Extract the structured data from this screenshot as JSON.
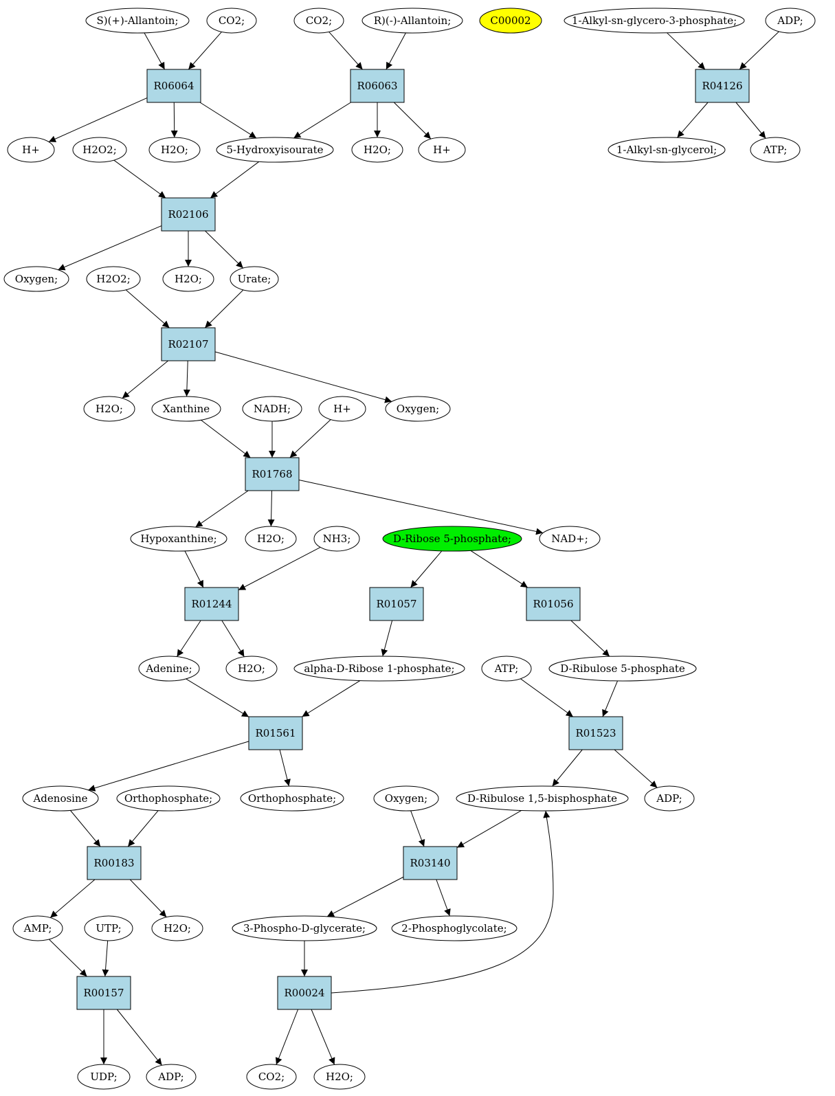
{
  "colors": {
    "compound_fill": "#ffffff",
    "reaction_fill": "#add8e6",
    "highlight_yellow": "#ffff00",
    "highlight_green": "#00ee00",
    "stroke": "#000000"
  },
  "nodes": {
    "c_s_allantoin": {
      "label": "S)(+)-Allantoin;",
      "kind": "compound"
    },
    "c_co2_a": {
      "label": "CO2;",
      "kind": "compound"
    },
    "c_co2_b": {
      "label": "CO2;",
      "kind": "compound"
    },
    "c_r_allantoin": {
      "label": "R)(-)-Allantoin;",
      "kind": "compound"
    },
    "c_c00002": {
      "label": "C00002",
      "kind": "compound",
      "fill": "highlight_yellow"
    },
    "c_alkyl_g3p": {
      "label": "1-Alkyl-sn-glycero-3-phosphate;",
      "kind": "compound"
    },
    "c_adp_top": {
      "label": "ADP;",
      "kind": "compound"
    },
    "r_R06064": {
      "label": "R06064",
      "kind": "reaction"
    },
    "r_R06063": {
      "label": "R06063",
      "kind": "reaction"
    },
    "r_R04126": {
      "label": "R04126",
      "kind": "reaction"
    },
    "c_hplus_a": {
      "label": "H+",
      "kind": "compound"
    },
    "c_h2o2_a": {
      "label": "H2O2;",
      "kind": "compound"
    },
    "c_h2o_a": {
      "label": "H2O;",
      "kind": "compound"
    },
    "c_5hiu": {
      "label": "5-Hydroxyisourate",
      "kind": "compound"
    },
    "c_h2o_b": {
      "label": "H2O;",
      "kind": "compound"
    },
    "c_hplus_b": {
      "label": "H+",
      "kind": "compound"
    },
    "c_alkyl_glycerol": {
      "label": "1-Alkyl-sn-glycerol;",
      "kind": "compound"
    },
    "c_atp_top": {
      "label": "ATP;",
      "kind": "compound"
    },
    "r_R02106": {
      "label": "R02106",
      "kind": "reaction"
    },
    "c_oxygen_a": {
      "label": "Oxygen;",
      "kind": "compound"
    },
    "c_h2o2_b": {
      "label": "H2O2;",
      "kind": "compound"
    },
    "c_h2o_c": {
      "label": "H2O;",
      "kind": "compound"
    },
    "c_urate": {
      "label": "Urate;",
      "kind": "compound"
    },
    "r_R02107": {
      "label": "R02107",
      "kind": "reaction"
    },
    "c_h2o_d": {
      "label": "H2O;",
      "kind": "compound"
    },
    "c_xanthine": {
      "label": "Xanthine",
      "kind": "compound"
    },
    "c_nadh": {
      "label": "NADH;",
      "kind": "compound"
    },
    "c_hplus_c": {
      "label": "H+",
      "kind": "compound"
    },
    "c_oxygen_b": {
      "label": "Oxygen;",
      "kind": "compound"
    },
    "r_R01768": {
      "label": "R01768",
      "kind": "reaction"
    },
    "c_hypoxanthine": {
      "label": "Hypoxanthine;",
      "kind": "compound"
    },
    "c_h2o_e": {
      "label": "H2O;",
      "kind": "compound"
    },
    "c_nh3": {
      "label": "NH3;",
      "kind": "compound"
    },
    "c_r5p": {
      "label": "D-Ribose 5-phosphate;",
      "kind": "compound",
      "fill": "highlight_green"
    },
    "c_nadplus": {
      "label": "NAD+;",
      "kind": "compound"
    },
    "r_R01244": {
      "label": "R01244",
      "kind": "reaction"
    },
    "r_R01057": {
      "label": "R01057",
      "kind": "reaction"
    },
    "r_R01056": {
      "label": "R01056",
      "kind": "reaction"
    },
    "c_adenine": {
      "label": "Adenine;",
      "kind": "compound"
    },
    "c_h2o_f": {
      "label": "H2O;",
      "kind": "compound"
    },
    "c_ar1p": {
      "label": "alpha-D-Ribose 1-phosphate;",
      "kind": "compound"
    },
    "c_atp_mid": {
      "label": "ATP;",
      "kind": "compound"
    },
    "c_ru5p": {
      "label": "D-Ribulose 5-phosphate",
      "kind": "compound"
    },
    "r_R01561": {
      "label": "R01561",
      "kind": "reaction"
    },
    "r_R01523": {
      "label": "R01523",
      "kind": "reaction"
    },
    "c_adenosine": {
      "label": "Adenosine",
      "kind": "compound"
    },
    "c_orthophosphate_a": {
      "label": "Orthophosphate;",
      "kind": "compound"
    },
    "c_orthophosphate_b": {
      "label": "Orthophosphate;",
      "kind": "compound"
    },
    "c_oxygen_c": {
      "label": "Oxygen;",
      "kind": "compound"
    },
    "c_rubp": {
      "label": "D-Ribulose 1,5-bisphosphate",
      "kind": "compound"
    },
    "c_adp_mid": {
      "label": "ADP;",
      "kind": "compound"
    },
    "r_R00183": {
      "label": "R00183",
      "kind": "reaction"
    },
    "r_R03140": {
      "label": "R03140",
      "kind": "reaction"
    },
    "c_amp": {
      "label": "AMP;",
      "kind": "compound"
    },
    "c_utp": {
      "label": "UTP;",
      "kind": "compound"
    },
    "c_h2o_g": {
      "label": "H2O;",
      "kind": "compound"
    },
    "c_3pg": {
      "label": "3-Phospho-D-glycerate;",
      "kind": "compound"
    },
    "c_2pglycolate": {
      "label": "2-Phosphoglycolate;",
      "kind": "compound"
    },
    "r_R00157": {
      "label": "R00157",
      "kind": "reaction"
    },
    "r_R00024": {
      "label": "R00024",
      "kind": "reaction"
    },
    "c_udp": {
      "label": "UDP;",
      "kind": "compound"
    },
    "c_adp_bot": {
      "label": "ADP;",
      "kind": "compound"
    },
    "c_co2_c": {
      "label": "CO2;",
      "kind": "compound"
    },
    "c_h2o_h": {
      "label": "H2O;",
      "kind": "compound"
    }
  },
  "edges": [
    [
      "c_s_allantoin",
      "r_R06064"
    ],
    [
      "c_co2_a",
      "r_R06064"
    ],
    [
      "c_co2_b",
      "r_R06063"
    ],
    [
      "c_r_allantoin",
      "r_R06063"
    ],
    [
      "c_alkyl_g3p",
      "r_R04126"
    ],
    [
      "c_adp_top",
      "r_R04126"
    ],
    [
      "r_R06064",
      "c_hplus_a"
    ],
    [
      "r_R06064",
      "c_h2o_a"
    ],
    [
      "r_R06064",
      "c_5hiu"
    ],
    [
      "r_R06063",
      "c_5hiu"
    ],
    [
      "r_R06063",
      "c_h2o_b"
    ],
    [
      "r_R06063",
      "c_hplus_b"
    ],
    [
      "r_R04126",
      "c_alkyl_glycerol"
    ],
    [
      "r_R04126",
      "c_atp_top"
    ],
    [
      "c_h2o2_a",
      "r_R02106"
    ],
    [
      "c_5hiu",
      "r_R02106"
    ],
    [
      "r_R02106",
      "c_oxygen_a"
    ],
    [
      "r_R02106",
      "c_h2o_c"
    ],
    [
      "r_R02106",
      "c_urate"
    ],
    [
      "c_h2o2_b",
      "r_R02107"
    ],
    [
      "c_urate",
      "r_R02107"
    ],
    [
      "r_R02107",
      "c_h2o_d"
    ],
    [
      "r_R02107",
      "c_xanthine"
    ],
    [
      "r_R02107",
      "c_oxygen_b"
    ],
    [
      "c_xanthine",
      "r_R01768"
    ],
    [
      "c_nadh",
      "r_R01768"
    ],
    [
      "c_hplus_c",
      "r_R01768"
    ],
    [
      "r_R01768",
      "c_hypoxanthine"
    ],
    [
      "r_R01768",
      "c_h2o_e"
    ],
    [
      "r_R01768",
      "c_nadplus"
    ],
    [
      "c_hypoxanthine",
      "r_R01244"
    ],
    [
      "c_nh3",
      "r_R01244"
    ],
    [
      "c_r5p",
      "r_R01057"
    ],
    [
      "c_r5p",
      "r_R01056"
    ],
    [
      "r_R01244",
      "c_adenine"
    ],
    [
      "r_R01244",
      "c_h2o_f"
    ],
    [
      "r_R01057",
      "c_ar1p"
    ],
    [
      "r_R01056",
      "c_ru5p"
    ],
    [
      "c_adenine",
      "r_R01561"
    ],
    [
      "c_ar1p",
      "r_R01561"
    ],
    [
      "c_atp_mid",
      "r_R01523"
    ],
    [
      "c_ru5p",
      "r_R01523"
    ],
    [
      "r_R01561",
      "c_adenosine"
    ],
    [
      "r_R01561",
      "c_orthophosphate_b"
    ],
    [
      "r_R01523",
      "c_rubp"
    ],
    [
      "r_R01523",
      "c_adp_mid"
    ],
    [
      "c_adenosine",
      "r_R00183"
    ],
    [
      "c_orthophosphate_a",
      "r_R00183"
    ],
    [
      "c_oxygen_c",
      "r_R03140"
    ],
    [
      "c_rubp",
      "r_R03140"
    ],
    [
      "r_R00183",
      "c_amp"
    ],
    [
      "r_R00183",
      "c_h2o_g"
    ],
    [
      "r_R03140",
      "c_3pg"
    ],
    [
      "r_R03140",
      "c_2pglycolate"
    ],
    [
      "c_amp",
      "r_R00157"
    ],
    [
      "c_utp",
      "r_R00157"
    ],
    [
      "c_3pg",
      "r_R00024"
    ],
    [
      "r_R00157",
      "c_udp"
    ],
    [
      "r_R00157",
      "c_adp_bot"
    ],
    [
      "r_R00024",
      "c_co2_c"
    ],
    [
      "r_R00024",
      "c_h2o_h"
    ],
    [
      "r_R00024",
      "c_rubp"
    ]
  ]
}
